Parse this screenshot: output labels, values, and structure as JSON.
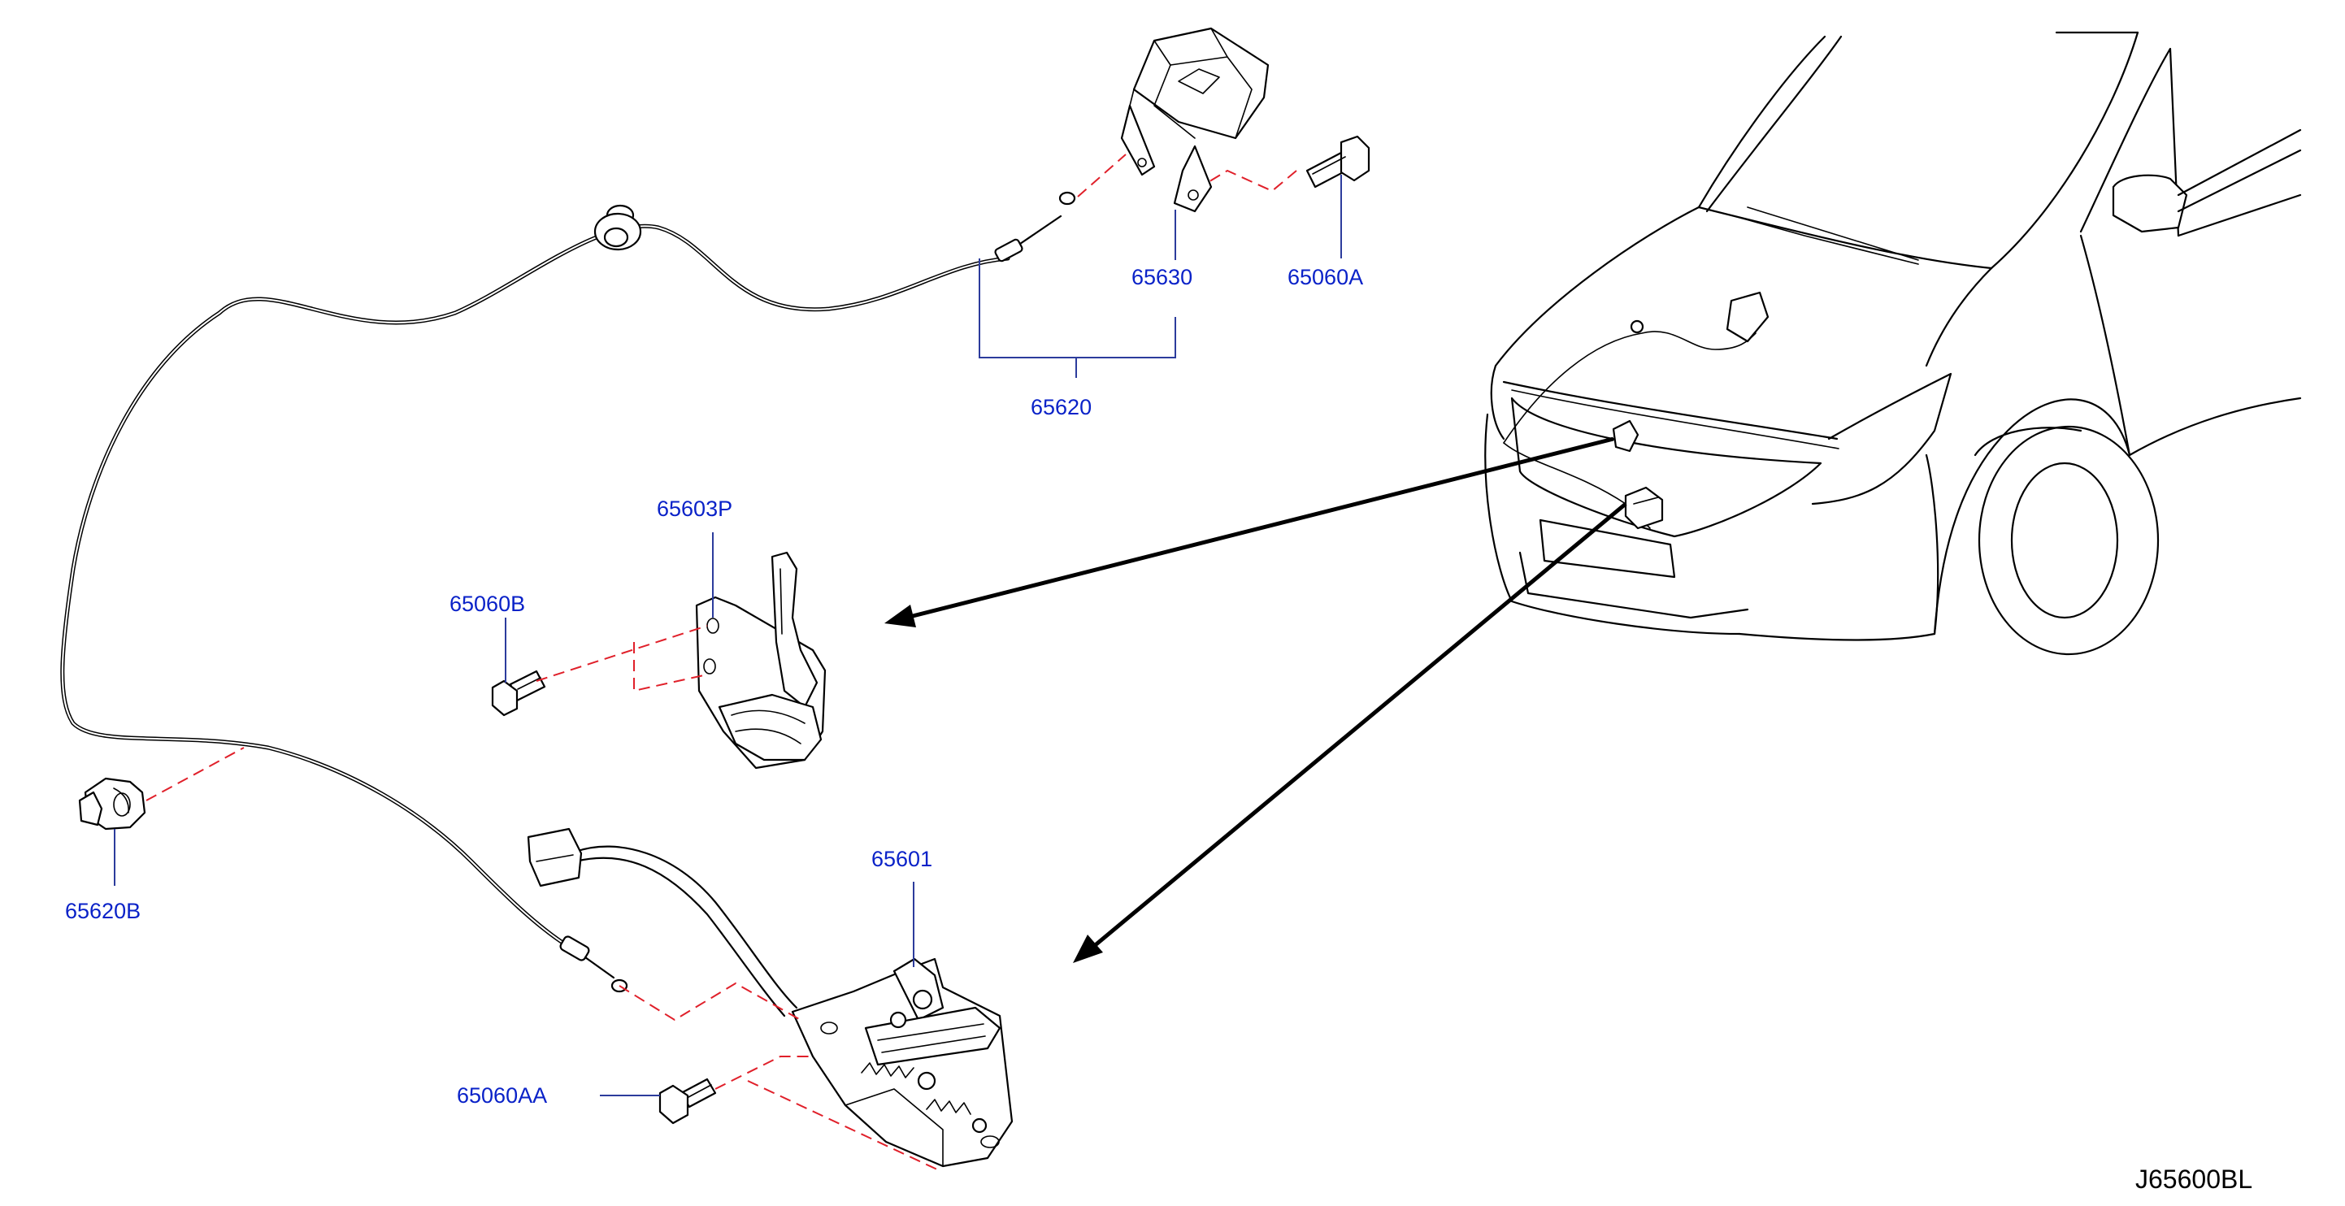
{
  "diagram": {
    "code": "J65600BL",
    "labels": {
      "hood_lock_control_cable": "65620",
      "hood_release_handle": "65630",
      "handle_bolt": "65060A",
      "secondary_latch": "65603P",
      "secondary_latch_bolt": "65060B",
      "cable_clip": "65620B",
      "hood_lock": "65601",
      "hood_lock_bolt": "65060AA"
    }
  },
  "colors": {
    "label_text": "#0a22c8",
    "leader_line": "#2c3c9c",
    "dashed_guide": "#e0202a",
    "line_art": "#000000"
  }
}
